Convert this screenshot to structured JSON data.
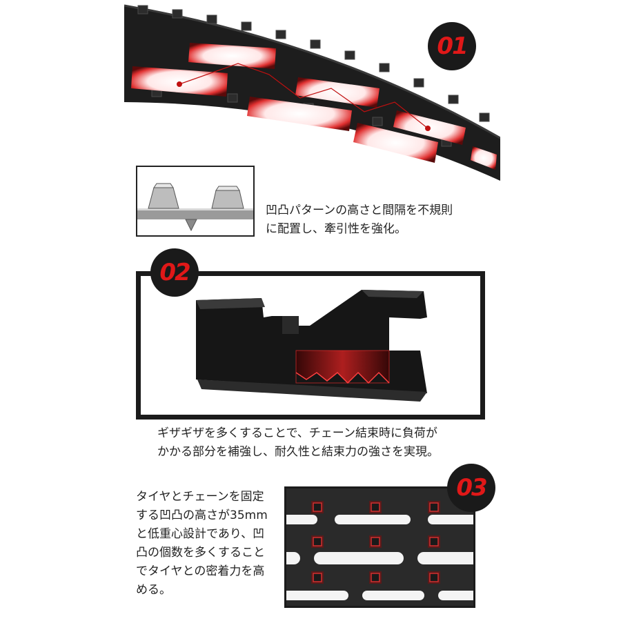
{
  "section1": {
    "badge": "01",
    "caption_lines": [
      "凹凸パターンの高さと間隔を不規則",
      "に配置し、牽引性を強化。"
    ]
  },
  "section2": {
    "badge": "02",
    "caption_lines": [
      "ギザギザを多くすることで、チェーン結束時に負荷が",
      "かかる部分を補強し、耐久性と結束力の強さを実現。"
    ]
  },
  "section3": {
    "badge": "03",
    "caption_lines": [
      "タイヤとチェーンを固定",
      "する凹凸の高さが35mm",
      "と低重心設計であり、凹",
      "凸の個数を多くすること",
      "でタイヤとの密着力を高",
      "める。"
    ]
  },
  "colors": {
    "accent_red": "#e01818",
    "dark": "#1a1a1a"
  }
}
